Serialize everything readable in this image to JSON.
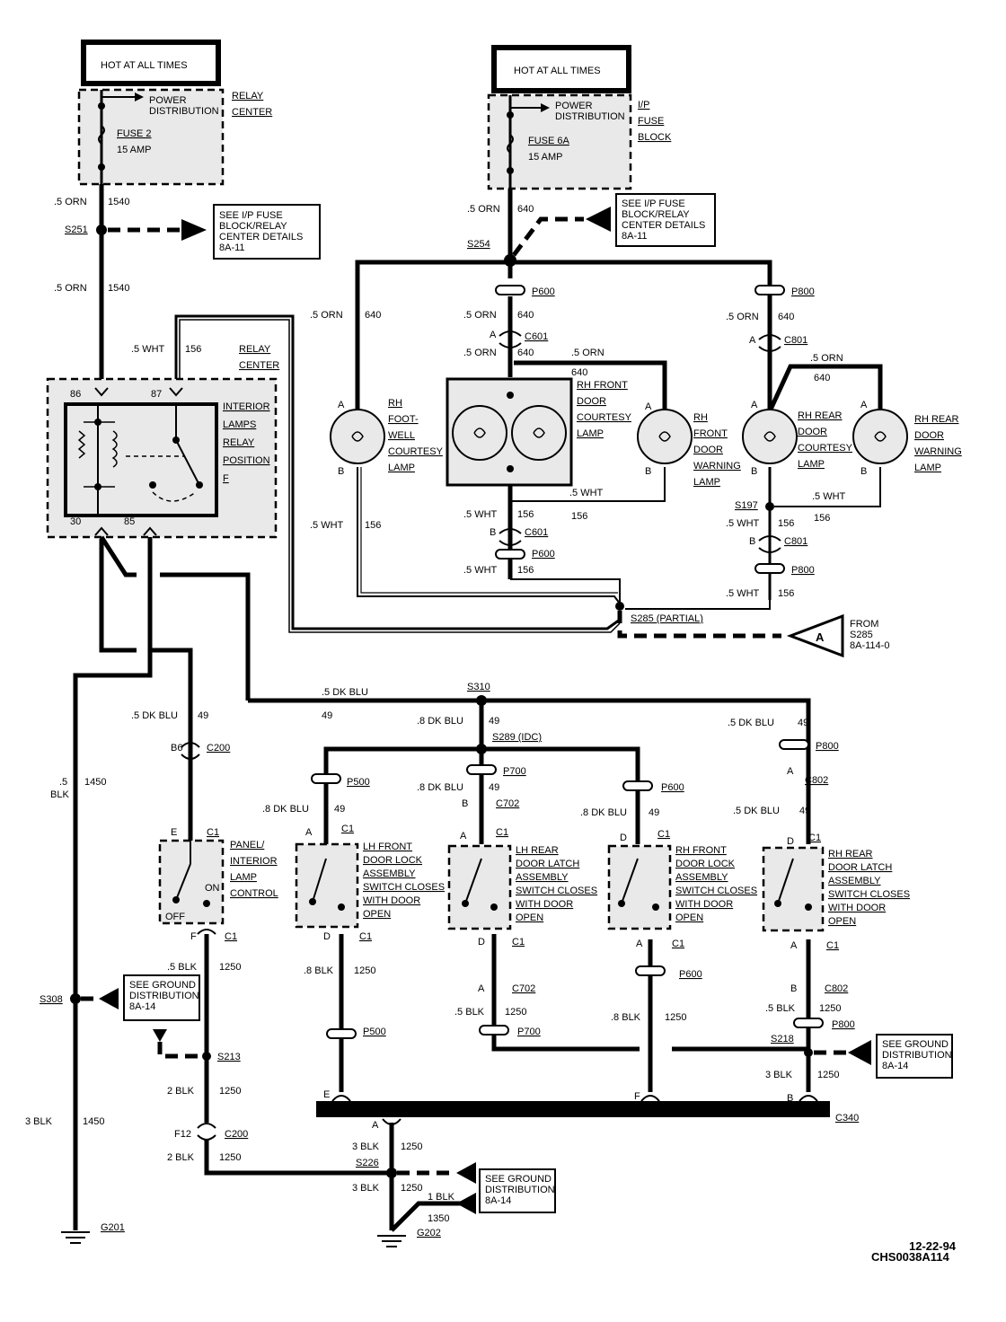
{
  "hot_labels": [
    "HOT AT ALL TIMES",
    "HOT AT ALL TIMES"
  ],
  "relay_center_pdc": {
    "power_distribution": "POWER\nDISTRIBUTION",
    "relay_center": "RELAY\nCENTER",
    "fuse": "FUSE 2",
    "amp": "15 AMP"
  },
  "ip_fuse_block": {
    "power_distribution": "POWER\nDISTRIBUTION",
    "fuse_block": "I/P\nFUSE\nBLOCK",
    "fuse": "FUSE 6A",
    "amp": "15 AMP"
  },
  "see_notes": {
    "left_ip": "SEE I/P FUSE\nBLOCK/RELAY\nCENTER DETAILS\n8A-11",
    "right_ip": "SEE I/P FUSE\nBLOCK/RELAY\nCENTER DETAILS\n8A-11",
    "ground_left": "SEE GROUND\nDISTRIBUTION\n8A-14",
    "ground_right": "SEE GROUND\nDISTRIBUTION\n8A-14",
    "ground_bottom": "SEE GROUND\nDISTRIBUTION\n8A-14",
    "from_s285": "FROM\nS285\n8A-114-0"
  },
  "relay": {
    "label": "INTERIOR\nLAMPS\nRELAY\nPOSITION\nF",
    "relay_center": "RELAY\nCENTER",
    "pins": [
      "86",
      "87",
      "30",
      "85"
    ]
  },
  "components": {
    "rh_footwell": "RH\nFOOT-\nWELL\nCOURTESY\nLAMP",
    "rh_front_courtesy": "RH FRONT\nDOOR\nCOURTESY\nLAMP",
    "rh_front_warning": "RH\nFRONT\nDOOR\nWARNING\nLAMP",
    "rh_rear_courtesy": "RH REAR\nDOOR\nCOURTESY\nLAMP",
    "rh_rear_warning": "RH REAR\nDOOR\nWARNING\nLAMP",
    "panel_control": "PANEL/\nINTERIOR\nLAMP\nCONTROL",
    "lh_front_lock": "LH FRONT\nDOOR LOCK\nASSEMBLY\nSWITCH CLOSES\nWITH DOOR\nOPEN",
    "lh_rear_latch": "LH REAR\nDOOR LATCH\nASSEMBLY\nSWITCH CLOSES\nWITH DOOR\nOPEN",
    "rh_front_lock": "RH FRONT\nDOOR LOCK\nASSEMBLY\nSWITCH CLOSES\nWITH DOOR\nOPEN",
    "rh_rear_latch": "RH REAR\nDOOR LATCH\nASSEMBLY\nSWITCH CLOSES\nWITH DOOR\nOPEN"
  },
  "switch_states": {
    "on": "ON",
    "off": "OFF"
  },
  "splices": {
    "s251": "S251",
    "s254": "S254",
    "s197": "S197",
    "s285": "S285 (PARTIAL)",
    "s310": "S310",
    "s289": "S289 (IDC)",
    "s308": "S308",
    "s213": "S213",
    "s218": "S218",
    "s226": "S226"
  },
  "grounds": {
    "g201": "G201",
    "g202": "G202"
  },
  "connectors": {
    "c340": "C340"
  },
  "footer": {
    "date": "12-22-94",
    "code": "CHS0038A114"
  },
  "colors": {
    "wire": "#000000",
    "shading": "#e9e9e9"
  },
  "icons": [
    "lamp-bulb-icon",
    "ground-icon",
    "arrow-icon",
    "inline-connector-icon"
  ]
}
